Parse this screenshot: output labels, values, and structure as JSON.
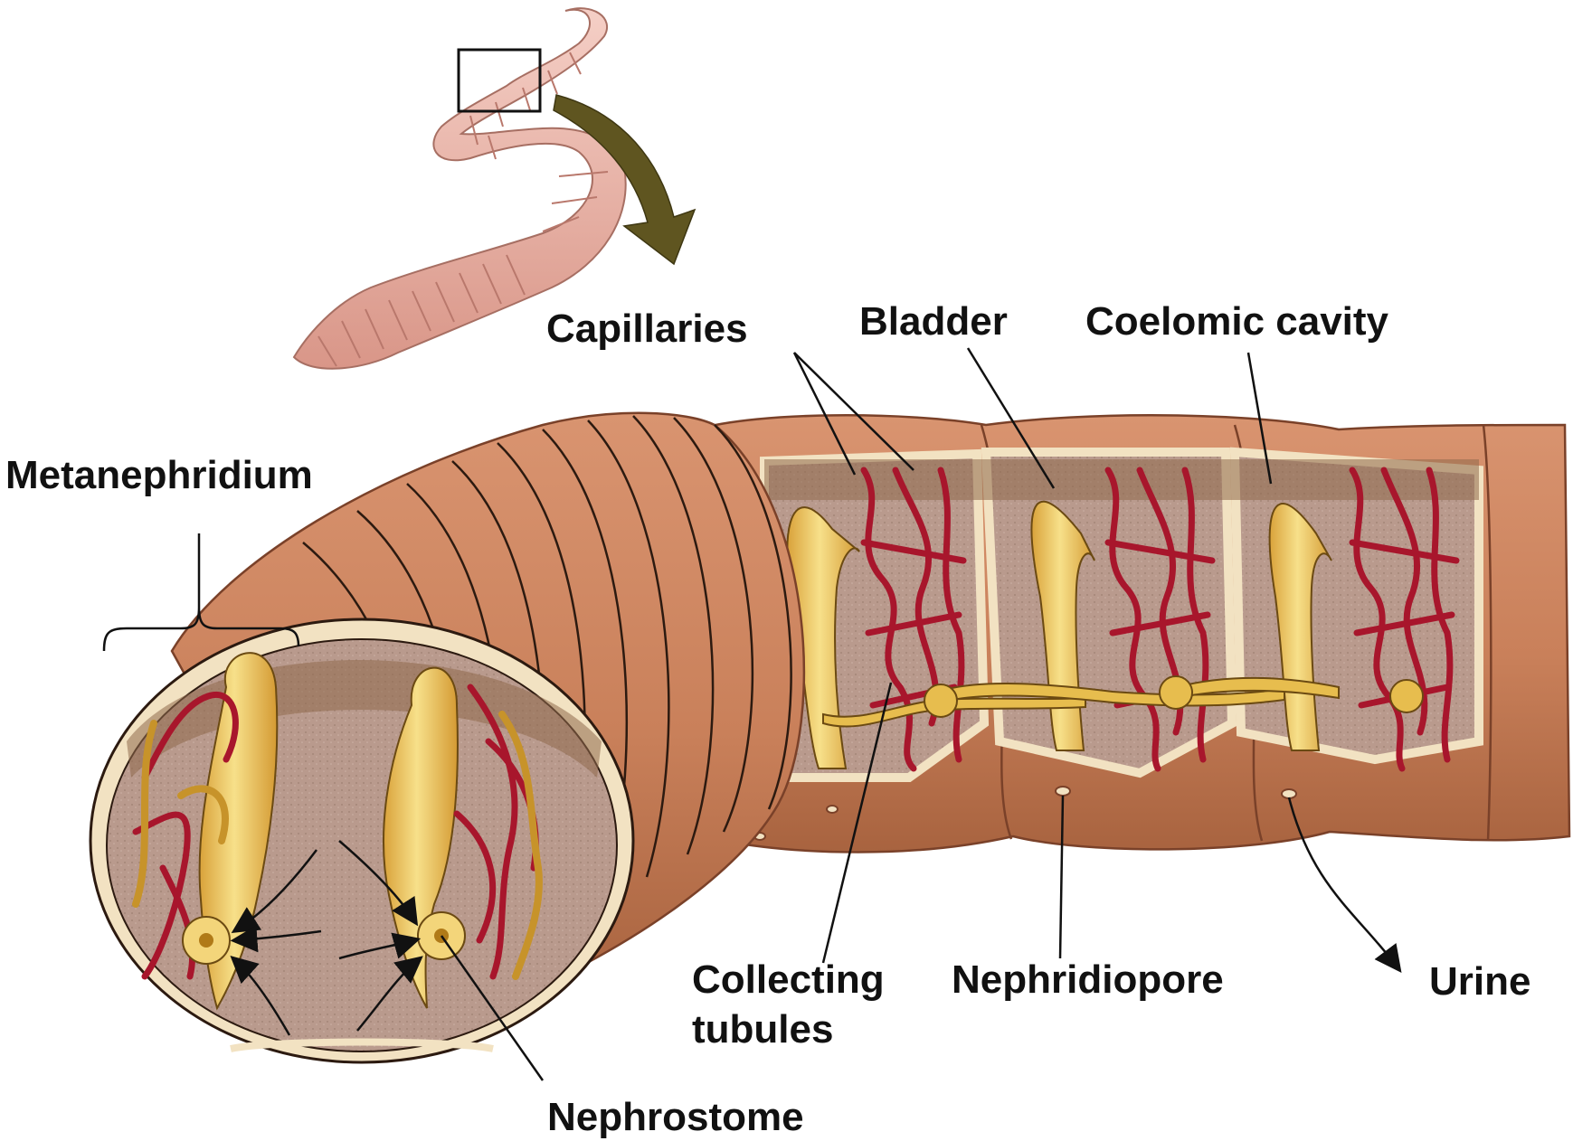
{
  "labels": {
    "capillaries": "Capillaries",
    "bladder": "Bladder",
    "coelomic_cavity": "Coelomic cavity",
    "metanephridium": "Metanephridium",
    "collecting_tubules_line1": "Collecting",
    "collecting_tubules_line2": "tubules",
    "nephridiopore": "Nephridiopore",
    "urine": "Urine",
    "nephrostome": "Nephrostome"
  },
  "colors": {
    "worm_skin": "#eab1a4",
    "worm_segment_line": "#b9786c",
    "body_wall": "#c97f57",
    "body_wall_dark": "#9c5a3a",
    "septum": "#f2e2c2",
    "coelom": "#b89a8c",
    "metanephridium": "#e7bd4e",
    "metanephridium_light": "#f7e08a",
    "capillary": "#a8162c",
    "arrow": "#5f5520",
    "leader_line": "#111111"
  },
  "icons": {
    "zoom_arrow": "curved-arrow-icon",
    "inset_box": "inset-box-icon"
  }
}
